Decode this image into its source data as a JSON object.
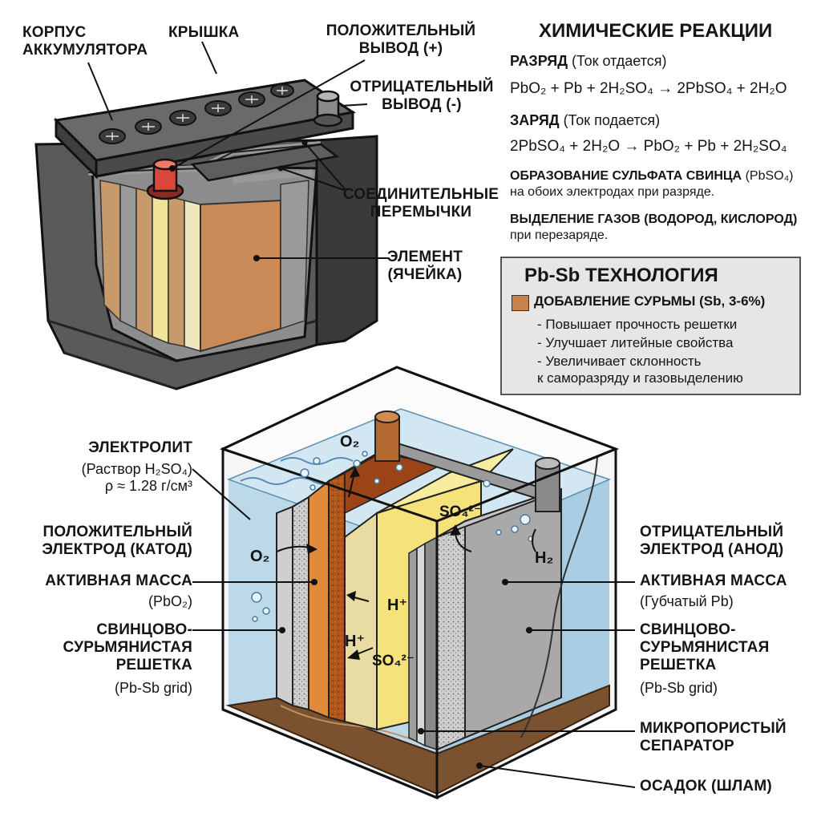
{
  "top_labels": {
    "housing": "КОРПУС\nАККУМУЛЯТОРА",
    "lid": "КРЫШКА",
    "positive_terminal": "ПОЛОЖИТЕЛЬНЫЙ\nВЫВОД (+)",
    "negative_terminal": "ОТРИЦАТЕЛЬНЫЙ\nВЫВОД (-)",
    "connectors": "СОЕДИНИТЕЛЬНЫЕ\nПЕРЕМЫЧКИ",
    "cell": "ЭЛЕМЕНТ\n(ЯЧЕЙКА)"
  },
  "reactions": {
    "title": "ХИМИЧЕСКИЕ РЕАКЦИИ",
    "discharge_label": "РАЗРЯД",
    "discharge_note": "(Ток отдается)",
    "discharge_eq": "PbO₂ + Pb + 2H₂SO₄ → 2PbSO₄ + 2H₂O",
    "charge_label": "ЗАРЯД",
    "charge_note": "(Ток подается)",
    "charge_eq": "2PbSO₄ + 2H₂O → PbO₂ + Pb + 2H₂SO₄",
    "sulfate_head": "ОБРАЗОВАНИЕ СУЛЬФАТА СВИНЦА",
    "sulfate_formula": "(PbSO₄)",
    "sulfate_text": "на обоих электродах при разряде.",
    "gas_head": "ВЫДЕЛЕНИЕ ГАЗОВ (ВОДОРОД, КИСЛОРОД)",
    "gas_text": "при перезаряде."
  },
  "tech_box": {
    "title": "Pb-Sb ТЕХНОЛОГИЯ",
    "swatch_color": "#c8834d",
    "heading": "ДОБАВЛЕНИЕ СУРЬМЫ (Sb, 3-6%)",
    "items": [
      "- Повышает прочность решетки",
      "- Улучшает литейные свойства",
      "- Увеличивает склонность\n  к саморазряду и газовыделению"
    ]
  },
  "left_labels": {
    "electrolyte": "ЭЛЕКТРОЛИТ",
    "electrolyte_sub": "(Раствор H₂SO₄)\nρ ≈ 1.28 г/см³",
    "positive_electrode": "ПОЛОЖИТЕЛЬНЫЙ\nЭЛЕКТРОД (КАТОД)",
    "active_mass": "АКТИВНАЯ МАССА",
    "active_mass_sub": "(PbO₂)",
    "grid": "СВИНЦОВО-\nСУРЬМЯНИСТАЯ\nРЕШЕТКА",
    "grid_sub": "(Pb-Sb grid)"
  },
  "right_labels": {
    "negative_electrode": "ОТРИЦАТЕЛЬНЫЙ\nЭЛЕКТРОД (АНОД)",
    "active_mass": "АКТИВНАЯ МАССА",
    "active_mass_sub": "(Губчатый Pb)",
    "grid": "СВИНЦОВО-\nСУРЬМЯНИСТАЯ\nРЕШЕТКА",
    "grid_sub": "(Pb-Sb grid)",
    "separator": "МИКРОПОРИСТЫЙ\nСЕПАРАТОР",
    "sediment": "ОСАДОК (ШЛАМ)"
  },
  "diagram_text": {
    "o2_top": "O₂",
    "o2_left": "O₂",
    "so4_top": "SO₄²⁻",
    "h2": "H₂",
    "h_plus_1": "H⁺",
    "h_plus_2": "H⁺",
    "so4_bottom": "SO₄²⁻"
  },
  "colors": {
    "housing": "#4a4a4a",
    "positive_terminal": "#d9473a",
    "active_mass_positive": "#b5651d",
    "separator_yellow": "#f5e27a",
    "electrolyte": "#bcd9ea",
    "sediment": "#7a5230"
  }
}
